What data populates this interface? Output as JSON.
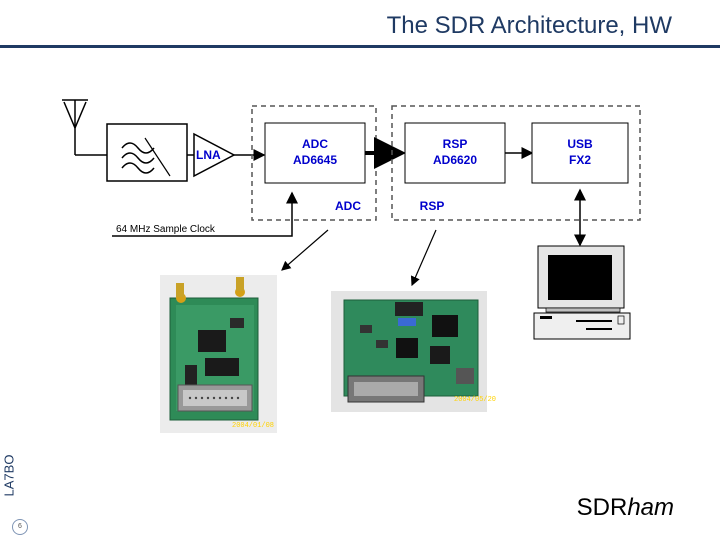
{
  "slide": {
    "title": "The SDR Architecture, HW",
    "side_label": "LA7BO",
    "page_number": "6",
    "brand_prefix": "SDR",
    "brand_suffix": "ham"
  },
  "diagram": {
    "lna_label": "LNA",
    "adc_block": {
      "line1": "ADC",
      "line2": "AD6645"
    },
    "rsp_block": {
      "line1": "RSP",
      "line2": "AD6620"
    },
    "usb_block": {
      "line1": "USB",
      "line2": "FX2"
    },
    "adc_board_label": "ADC",
    "rsp_board_label": "RSP",
    "clock_label": "64 MHz Sample Clock"
  },
  "photos": {
    "adc_board_stamp": "2004/01/08",
    "rsp_board_stamp": "2004/05/20"
  },
  "colors": {
    "title": "#1f3a63",
    "block_text": "#0000cc",
    "pcb_green": "#2e8b57"
  }
}
